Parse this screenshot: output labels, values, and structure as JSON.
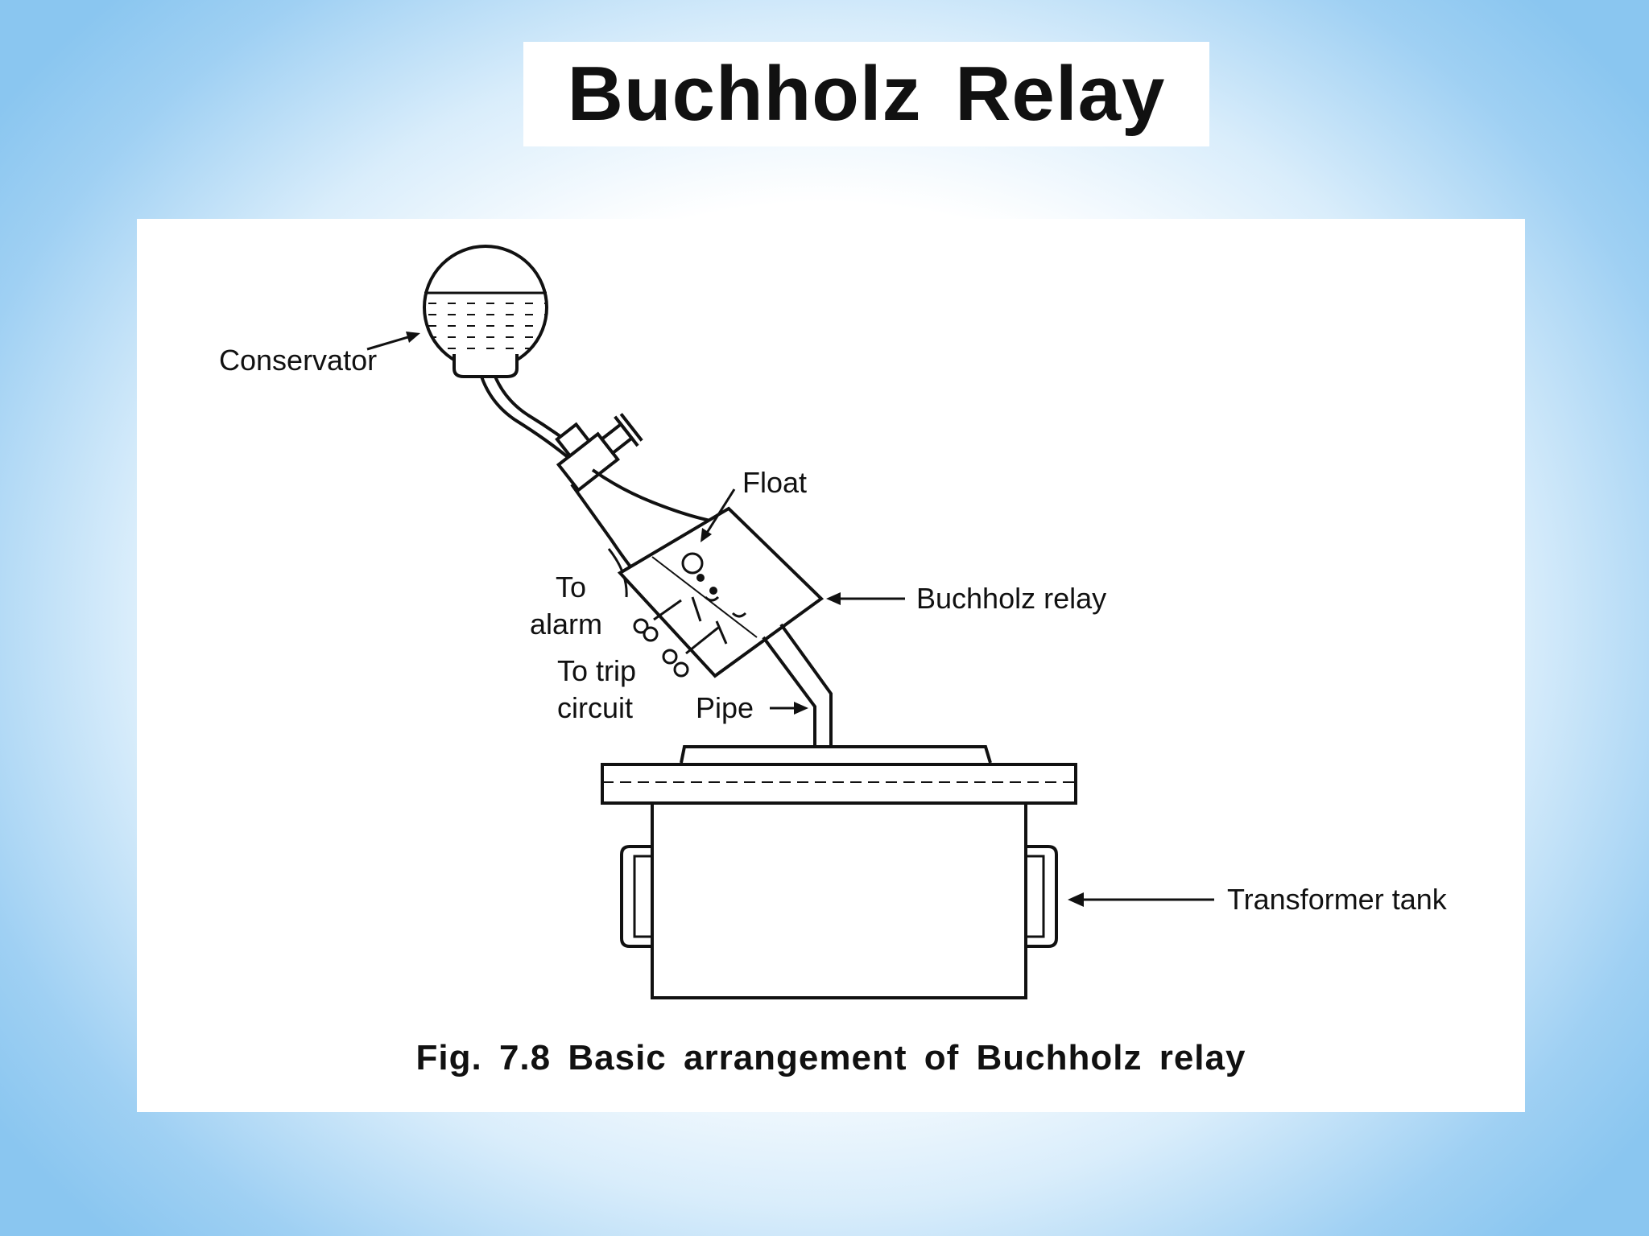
{
  "slide": {
    "title": "Buchholz Relay"
  },
  "figure": {
    "caption": "Fig. 7.8 Basic arrangement of Buchholz relay",
    "labels": {
      "conservator": "Conservator",
      "float": "Float",
      "buchholz_relay": "Buchholz relay",
      "to_alarm_line1": "To",
      "to_alarm_line2": "alarm",
      "to_trip_line1": "To trip",
      "to_trip_line2": "circuit",
      "pipe": "Pipe",
      "transformer_tank": "Transformer tank"
    }
  },
  "colors": {
    "background_edge": "#8ac6f0",
    "background_center": "#ffffff",
    "ink": "#111111"
  }
}
